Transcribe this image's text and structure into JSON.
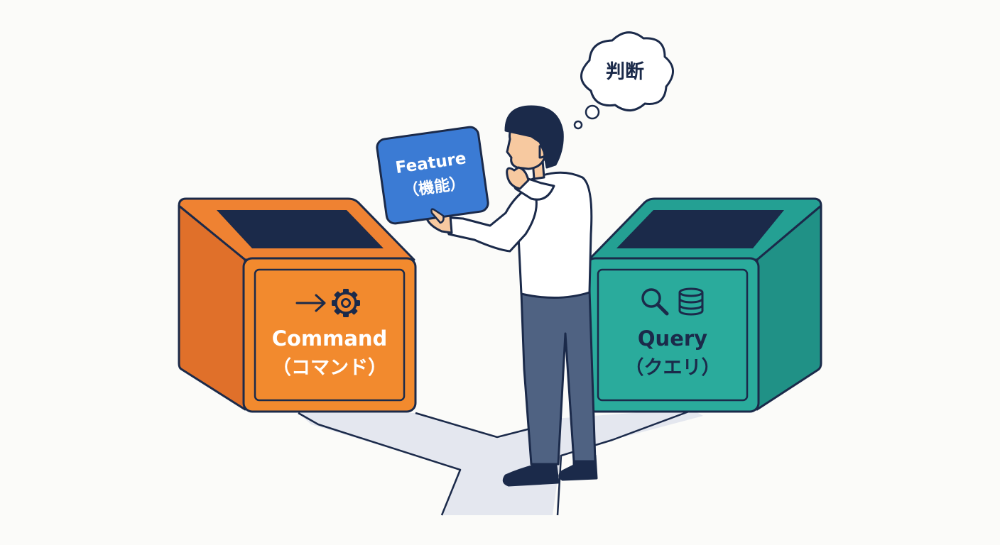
{
  "thought": {
    "text": "判断"
  },
  "feature_card": {
    "title": "Feature",
    "subtitle": "（機能）"
  },
  "command_bin": {
    "title": "Command",
    "subtitle": "（コマンド）",
    "icons": [
      "arrow-right-icon",
      "gear-icon"
    ]
  },
  "query_bin": {
    "title": "Query",
    "subtitle": "（クエリ）",
    "icons": [
      "search-icon",
      "database-icon"
    ]
  },
  "colors": {
    "background": "#fbfbf9",
    "outline": "#1b2a4a",
    "command_front": "#f28a2e",
    "command_side": "#e0702a",
    "command_top": "#ef8232",
    "query_front": "#2aab9c",
    "query_side": "#209186",
    "query_top": "#24a093",
    "feature_card": "#3b7bd4",
    "path": "#e4e7ef",
    "slot": "#1b2a4a"
  }
}
